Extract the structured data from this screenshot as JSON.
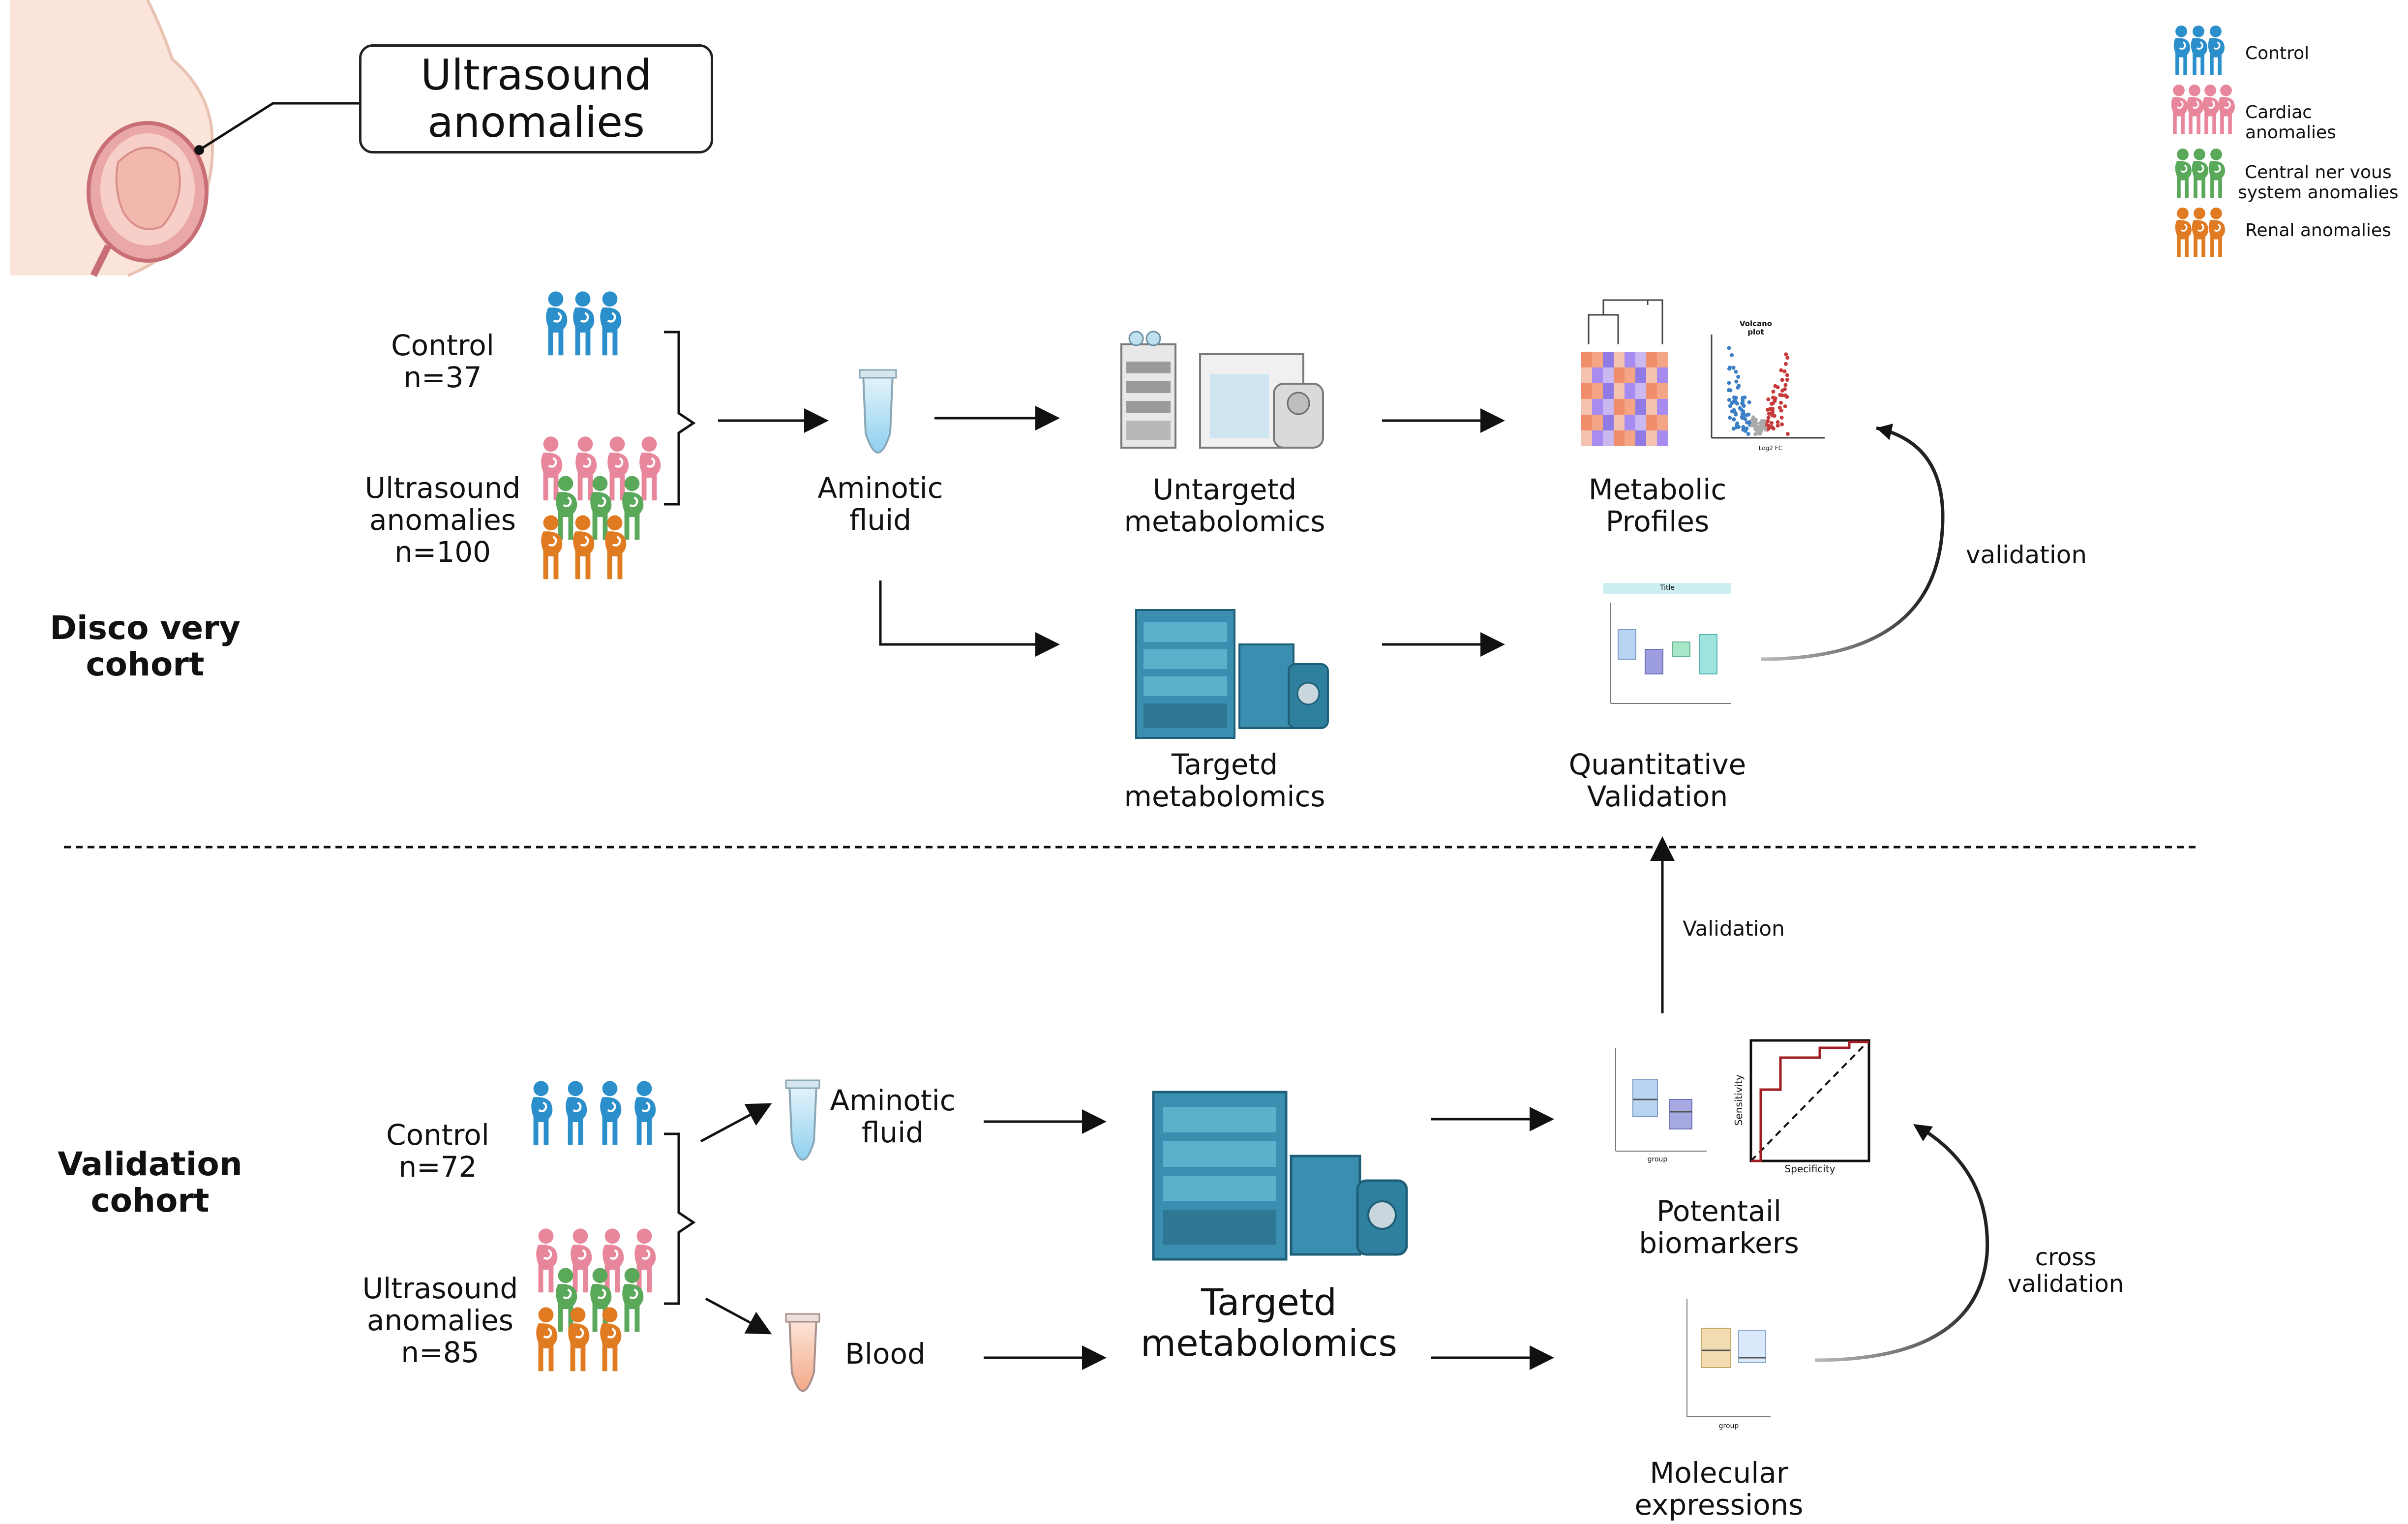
{
  "title_box": "Ultrasound\nanomalies",
  "legend": [
    {
      "label": "Control",
      "color": "#2b8fcb"
    },
    {
      "label": "Cardiac anomalies",
      "color": "#e8879b"
    },
    {
      "label": "Central ner vous\nsystem anomalies",
      "color": "#5aa85a"
    },
    {
      "label": "Renal anomalies",
      "color": "#e07b22"
    }
  ],
  "discovery": {
    "cohort_label": "Disco very\ncohort",
    "control_label": "Control\nn=37",
    "anomalies_label": "Ultrasound\nanomalies\nn=100",
    "sample_label": "Aminotic\nfluid",
    "untargeted_label": "Untargetd\nmetabolomics",
    "targeted_label": "Targetd\nmetabolomics",
    "profiles_label": "Metabolic\nProfiles",
    "quant_label": "Quantitative\nValidation",
    "validation_arrow_label": "validation",
    "volcano_title": "Volcano\nplot",
    "volcano_xlabel": "Log2 FC",
    "boxplot_title": "Title"
  },
  "between_label": "Validation",
  "validation": {
    "cohort_label": "Validation\ncohort",
    "control_label": "Control\nn=72",
    "anomalies_label": "Ultrasound\nanomalies\nn=85",
    "fluid_label": "Aminotic\nfluid",
    "blood_label": "Blood",
    "targeted_label": "Targetd\nmetabolomics",
    "biomarkers_label": "Potentail\nbiomarkers",
    "molecular_label": "Molecular\nexpressions",
    "cross_label": "cross\nvalidation",
    "roc_xlabel": "Specificity",
    "roc_ylabel": "Sensitivity",
    "box_xlabel": "group"
  },
  "colors": {
    "control": "#2b8fcb",
    "cardiac": "#e8879b",
    "cns": "#5aa85a",
    "renal": "#e07b22",
    "instrument": "#3a8fb0",
    "roc_line": "#a01c22"
  }
}
